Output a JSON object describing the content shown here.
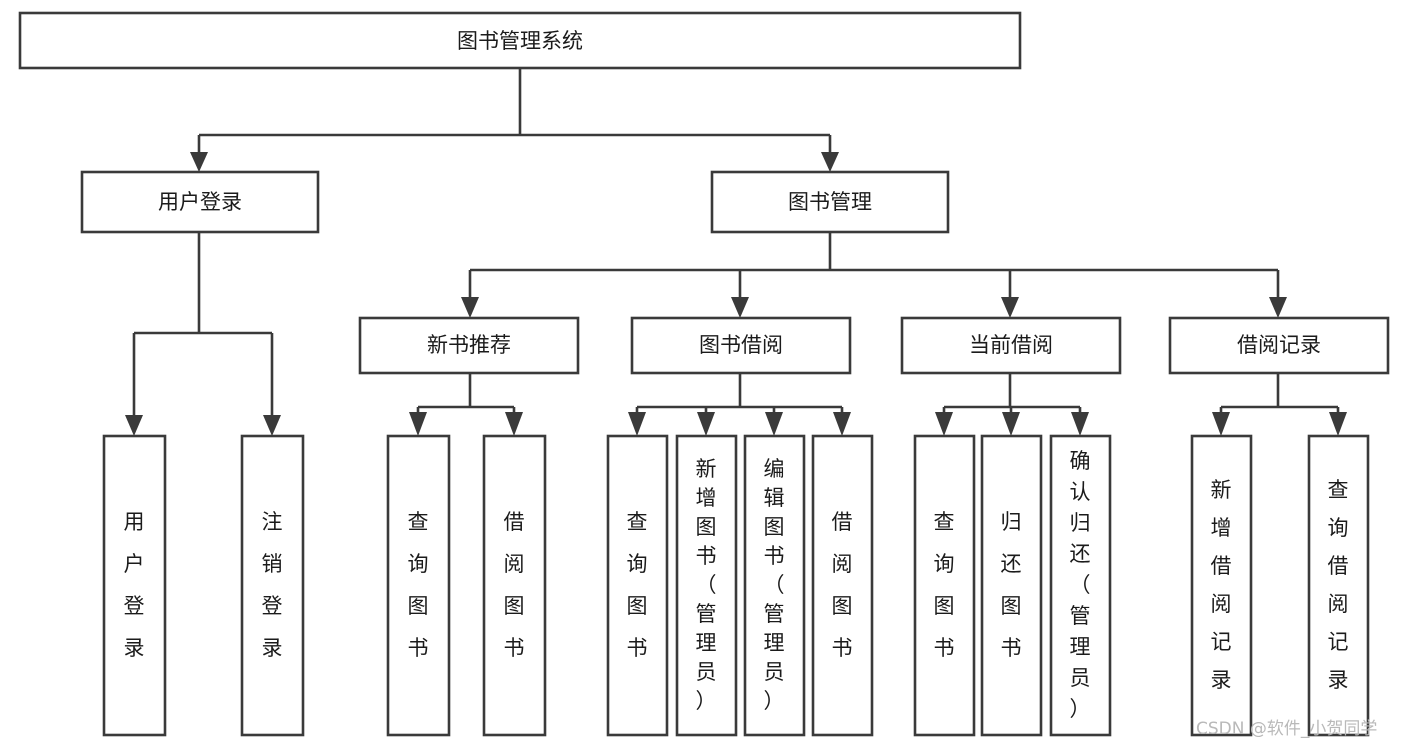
{
  "diagram": {
    "title": "图书管理系统",
    "type": "tree",
    "background_color": "#ffffff",
    "box_stroke_color": "#3a3a3a",
    "box_fill_color": "#ffffff",
    "text_color": "#1b1b1b",
    "root": {
      "id": "root",
      "label": "图书管理系统",
      "orientation": "horizontal"
    },
    "level2": [
      {
        "id": "user-login",
        "label": "用户登录",
        "orientation": "horizontal"
      },
      {
        "id": "book-management",
        "label": "图书管理",
        "orientation": "horizontal"
      }
    ],
    "level3": [
      {
        "id": "new-book-recommend",
        "label": "新书推荐",
        "orientation": "horizontal",
        "parent": "book-management"
      },
      {
        "id": "book-borrow",
        "label": "图书借阅",
        "orientation": "horizontal",
        "parent": "book-management"
      },
      {
        "id": "current-borrow",
        "label": "当前借阅",
        "orientation": "horizontal",
        "parent": "book-management"
      },
      {
        "id": "borrow-record",
        "label": "借阅记录",
        "orientation": "horizontal",
        "parent": "book-management"
      }
    ],
    "leaves": [
      {
        "id": "leaf-user-login",
        "label": "用户登录",
        "orientation": "vertical",
        "parent": "user-login"
      },
      {
        "id": "leaf-logout-login",
        "label": "注销登录",
        "orientation": "vertical",
        "parent": "user-login"
      },
      {
        "id": "leaf-query-book-rec",
        "label": "查询图书",
        "orientation": "vertical",
        "parent": "new-book-recommend"
      },
      {
        "id": "leaf-borrow-book-rec",
        "label": "借阅图书",
        "orientation": "vertical",
        "parent": "new-book-recommend"
      },
      {
        "id": "leaf-query-book-borrow",
        "label": "查询图书",
        "orientation": "vertical",
        "parent": "book-borrow"
      },
      {
        "id": "leaf-add-book",
        "label": "新增图书（管理员）",
        "orientation": "vertical",
        "parent": "book-borrow"
      },
      {
        "id": "leaf-edit-book",
        "label": "编辑图书（管理员）",
        "orientation": "vertical",
        "parent": "book-borrow"
      },
      {
        "id": "leaf-borrow-book",
        "label": "借阅图书",
        "orientation": "vertical",
        "parent": "book-borrow"
      },
      {
        "id": "leaf-query-book-current",
        "label": "查询图书",
        "orientation": "vertical",
        "parent": "current-borrow"
      },
      {
        "id": "leaf-return-book",
        "label": "归还图书",
        "orientation": "vertical",
        "parent": "current-borrow"
      },
      {
        "id": "leaf-confirm-return",
        "label": "确认归还（管理员）",
        "orientation": "vertical",
        "parent": "current-borrow"
      },
      {
        "id": "leaf-add-borrow-record",
        "label": "新增借阅记录",
        "orientation": "vertical",
        "parent": "borrow-record"
      },
      {
        "id": "leaf-query-borrow-record",
        "label": "查询借阅记录",
        "orientation": "vertical",
        "parent": "borrow-record"
      }
    ]
  },
  "watermark": {
    "text": "CSDN @软件_小贺同学",
    "color": "#b9b9b9"
  }
}
